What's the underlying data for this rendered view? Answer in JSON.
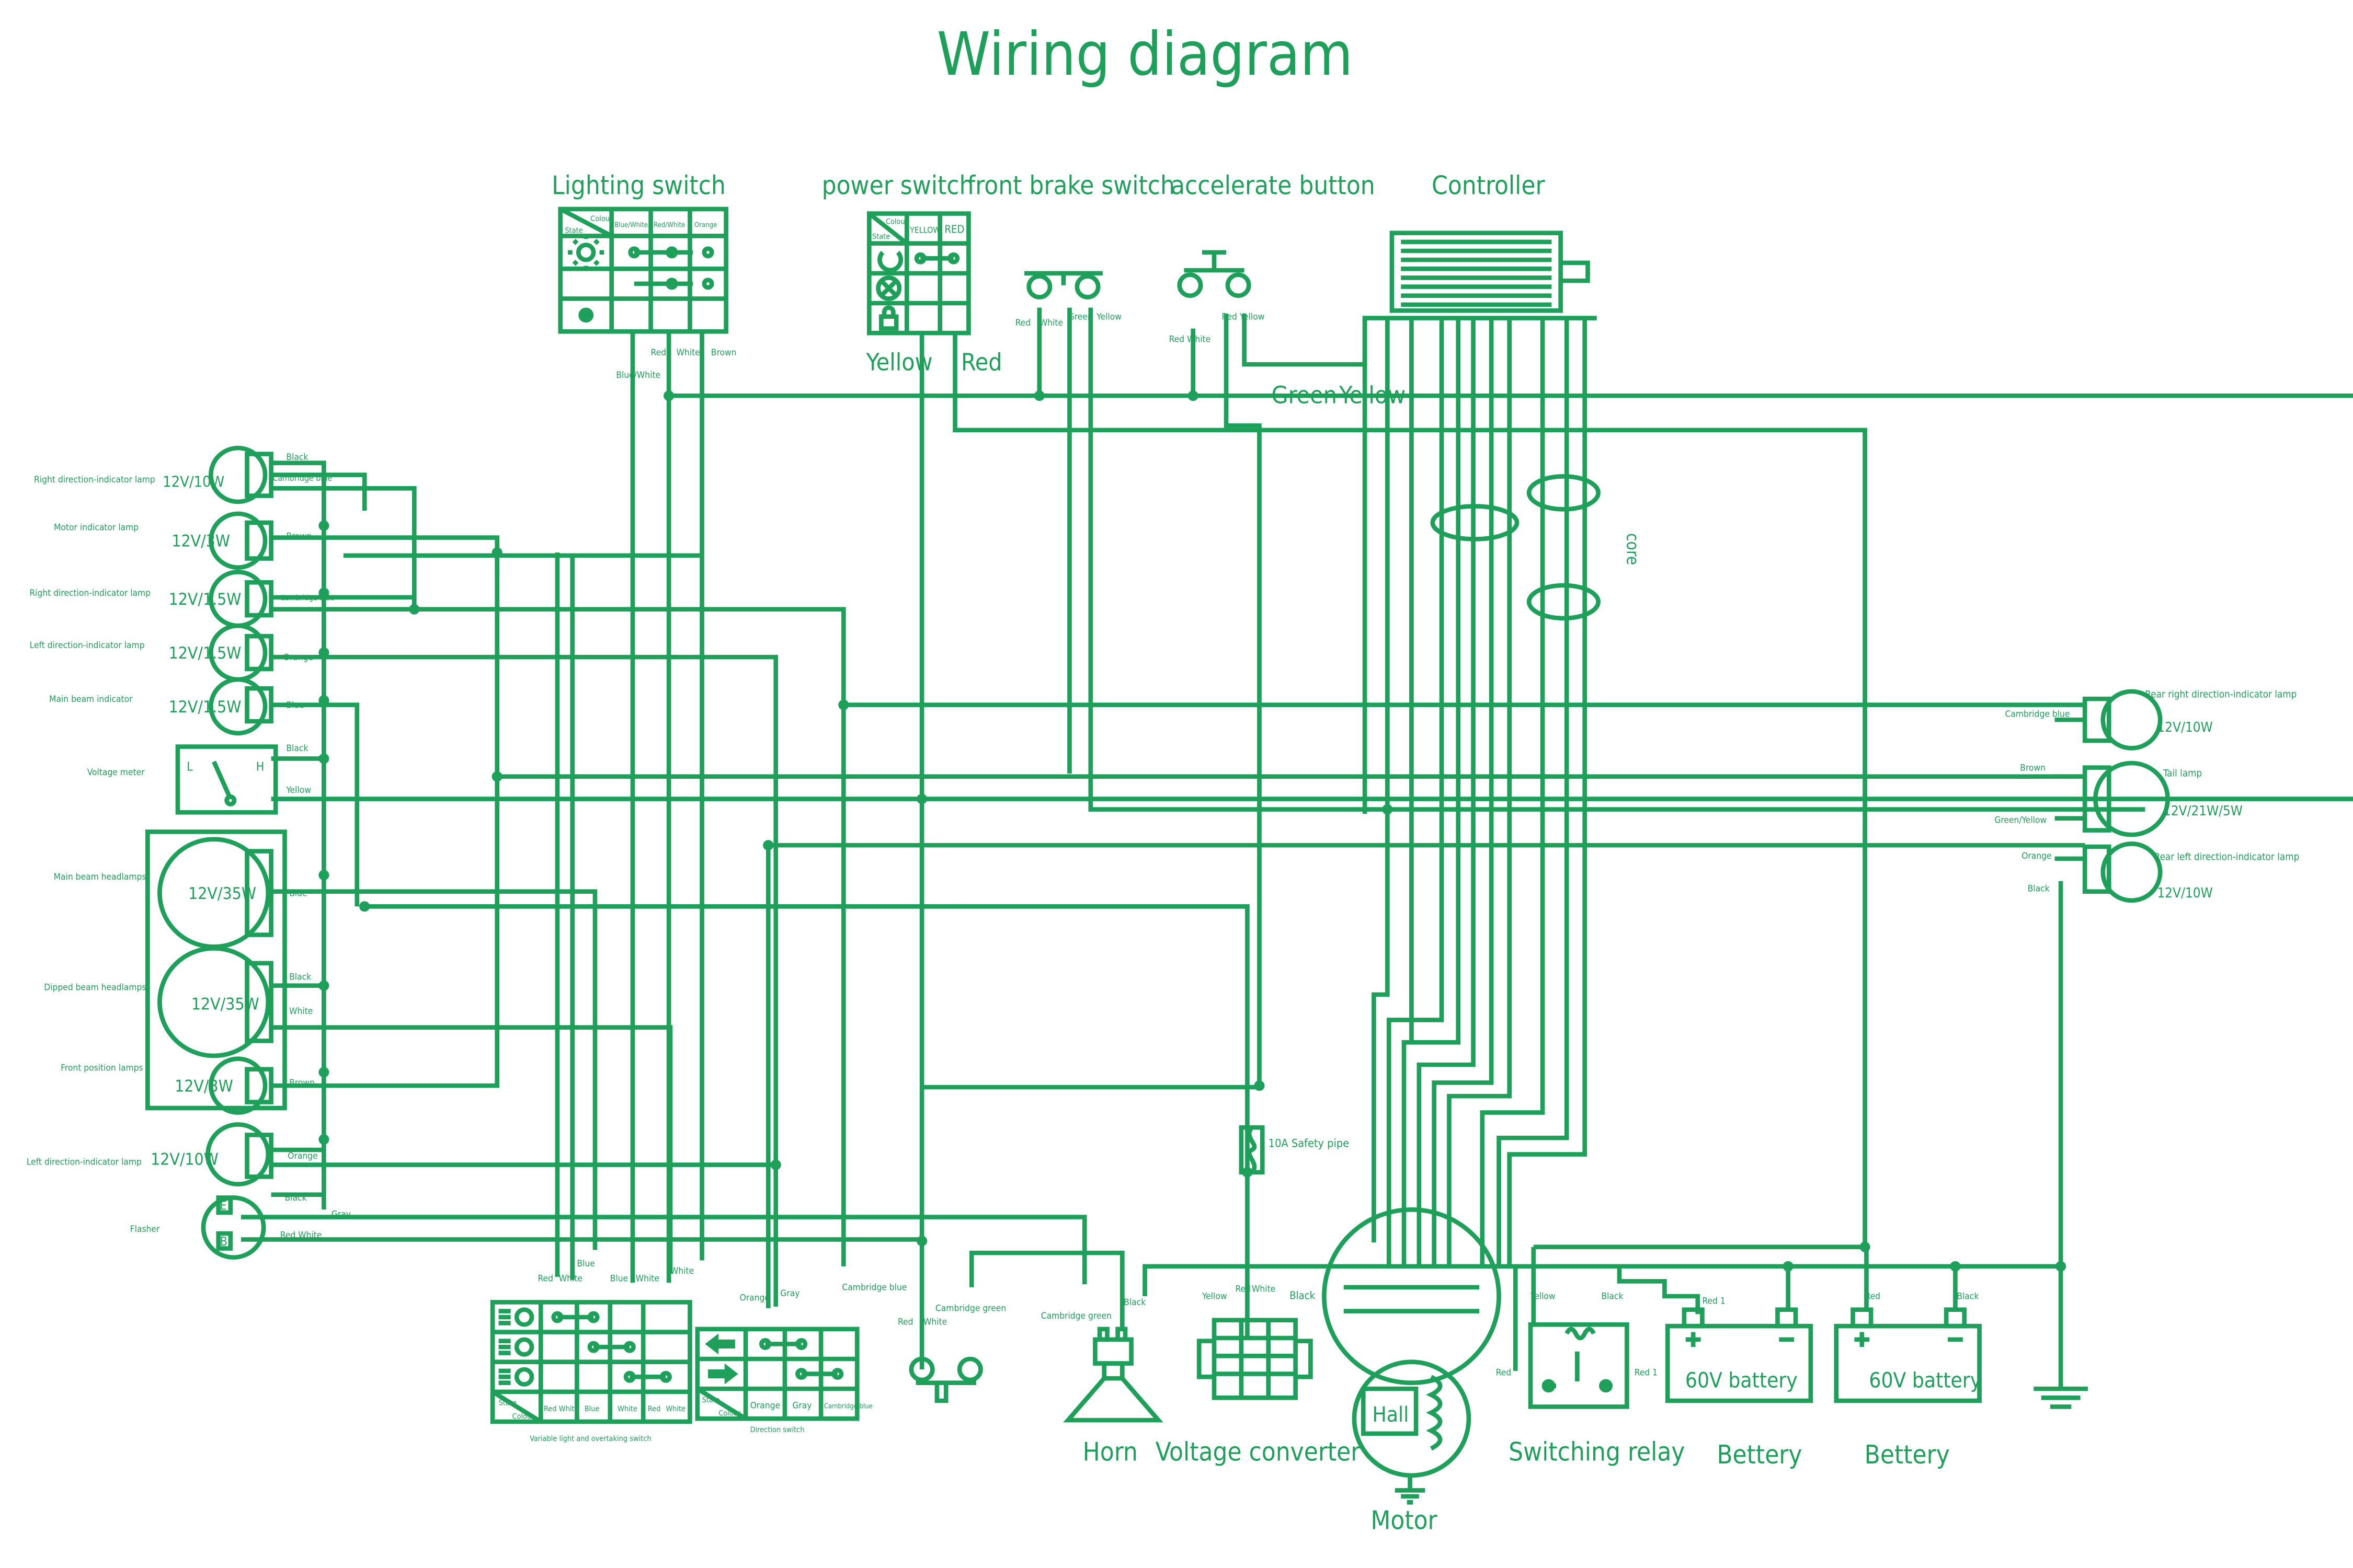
{
  "title": "Wiring diagram",
  "colors": {
    "line": "#1ea05a",
    "background": "#ffffff"
  },
  "top_components": {
    "lighting_switch": "Lighting switch",
    "power_switch": "power switch",
    "front_brake_switch": "front brake switch",
    "accelerate_button": "accelerate button",
    "controller": "Controller"
  },
  "lighting_switch_table": {
    "colour": "Colour",
    "state": "State",
    "col1": "Blue/White",
    "col2": "Red/White",
    "col3": "Orange"
  },
  "power_switch_table": {
    "colour": "Colour",
    "state": "State",
    "col1": "YELLOW",
    "col2": "RED"
  },
  "power_switch_leads": {
    "yellow": "Yellow",
    "red": "Red"
  },
  "brake_switch_leads": {
    "red": "Red",
    "white": "White",
    "green": "Green",
    "yellow": "Yellow"
  },
  "accelerate_leads": {
    "red_white": "Red White",
    "red_yellow": "Red Yellow"
  },
  "controller_leads": {
    "green": "Green",
    "yellow": "Yellow"
  },
  "lighting_leads": {
    "red": "Red",
    "white": "White",
    "brown": "Brown",
    "blue_white": "Blue/White"
  },
  "core_label": "core",
  "left_components": {
    "right_indicator": "Right direction-indicator lamp",
    "motor_indicator": "Motor indicator lamp",
    "right_indicator_small": "Right direction-indicator lamp",
    "left_indicator_small": "Left direction-indicator lamp",
    "main_beam_indicator": "Main beam indicator",
    "voltage_meter": "Voltage meter",
    "main_headlamps": "Main beam headlamps",
    "dipped_headlamps": "Dipped beam headlamps",
    "front_position": "Front position lamps",
    "left_indicator": "Left direction-indicator lamp",
    "flasher": "Flasher"
  },
  "ratings": {
    "r1": "12V/10W",
    "r2": "12V/3W",
    "r3": "12V/1.5W",
    "r4": "12V/1.5W",
    "r5": "12V/1.5W",
    "r6": "12V/35W",
    "r7": "12V/35W",
    "r8": "12V/3W",
    "r9": "12V/10W"
  },
  "left_wire_labels": {
    "black1": "Black",
    "cblue1": "Cambridge blue",
    "brown1": "Brown",
    "cblue2": "Cambridge blue",
    "orange1": "Orange",
    "blue1": "Blue",
    "black2": "Black",
    "yellow1": "Yellow",
    "blue2": "Blue",
    "black3": "Black",
    "white1": "White",
    "brown2": "Brown",
    "orange2": "Orange",
    "black4": "Black",
    "gray": "Gray",
    "red_white": "Red  White"
  },
  "meter_letters": {
    "l": "L",
    "h": "H"
  },
  "flasher_letters": {
    "e": "E",
    "b": "B"
  },
  "right_components": {
    "rear_right": "Rear right direction-indicator lamp",
    "tail": "Tail lamp",
    "rear_left": "Rear left direction-indicator lamp"
  },
  "right_ratings": {
    "rr": "12V/10W",
    "tail": "12V/21W/5W",
    "rl": "12V/10W"
  },
  "right_wire_labels": {
    "cblue": "Cambridge blue",
    "brown": "Brown",
    "green_yellow": "Green/Yellow",
    "orange": "Orange",
    "black": "Black"
  },
  "bottom_components": {
    "horn": "Horn",
    "voltage_converter": "Voltage converter",
    "motor": "Motor",
    "switching_relay": "Switching relay",
    "battery1": "Bettery",
    "battery2": "Bettery"
  },
  "battery_labels": {
    "b1": "60V battery",
    "b2": "60V battery"
  },
  "hall": "Hall",
  "fuse": "10A Safety pipe",
  "bottom_tables": {
    "lamp_switch_caption": "Variable light and overtaking switch",
    "direction_switch_caption": "Direction switch",
    "colour": "Colour",
    "state": "State",
    "lamp_cols": [
      "Red",
      "White",
      "Blue",
      "White",
      "Red",
      "White"
    ],
    "dir_cols": [
      "Orange",
      "Gray",
      "Cambridge blue"
    ]
  },
  "bottom_wire_labels": {
    "red_a": "Red",
    "white_a": "White",
    "blue_a": "Blue",
    "blue_b": "Blue",
    "white_b": "White",
    "white_c": "White",
    "orange": "Orange",
    "gray": "Gray",
    "cblue": "Cambridge blue",
    "red_h": "Red",
    "white_h": "White",
    "cgreen_h": "Cambridge green",
    "cgreen_horn": "Cambridge green",
    "black_horn": "Black",
    "yellow_vc": "Yellow",
    "red_vc": "Red",
    "white_vc": "White",
    "black_vc": "Black",
    "yellow_sr": "Yellow",
    "black_sr": "Black",
    "red_sr": "Red",
    "red1_sr": "Red 1",
    "red1_b1": "Red 1",
    "red_b2": "Red",
    "black_b2": "Black"
  }
}
